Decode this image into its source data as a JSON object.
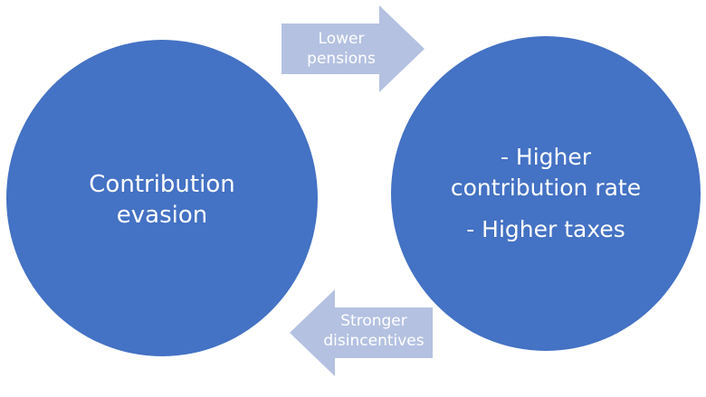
{
  "diagram": {
    "left_circle": {
      "label": "Contribution evasion"
    },
    "right_circle": {
      "line1": "- Higher",
      "line2": "contribution rate",
      "line3": "- Higher taxes"
    },
    "arrow_top": {
      "line1": "Lower",
      "line2": "pensions"
    },
    "arrow_bottom": {
      "line1": "Stronger",
      "line2": "disincentives"
    }
  },
  "colors": {
    "circle_fill": "#4472c4",
    "arrow_fill": "#b4c1e1",
    "text": "#ffffff"
  }
}
